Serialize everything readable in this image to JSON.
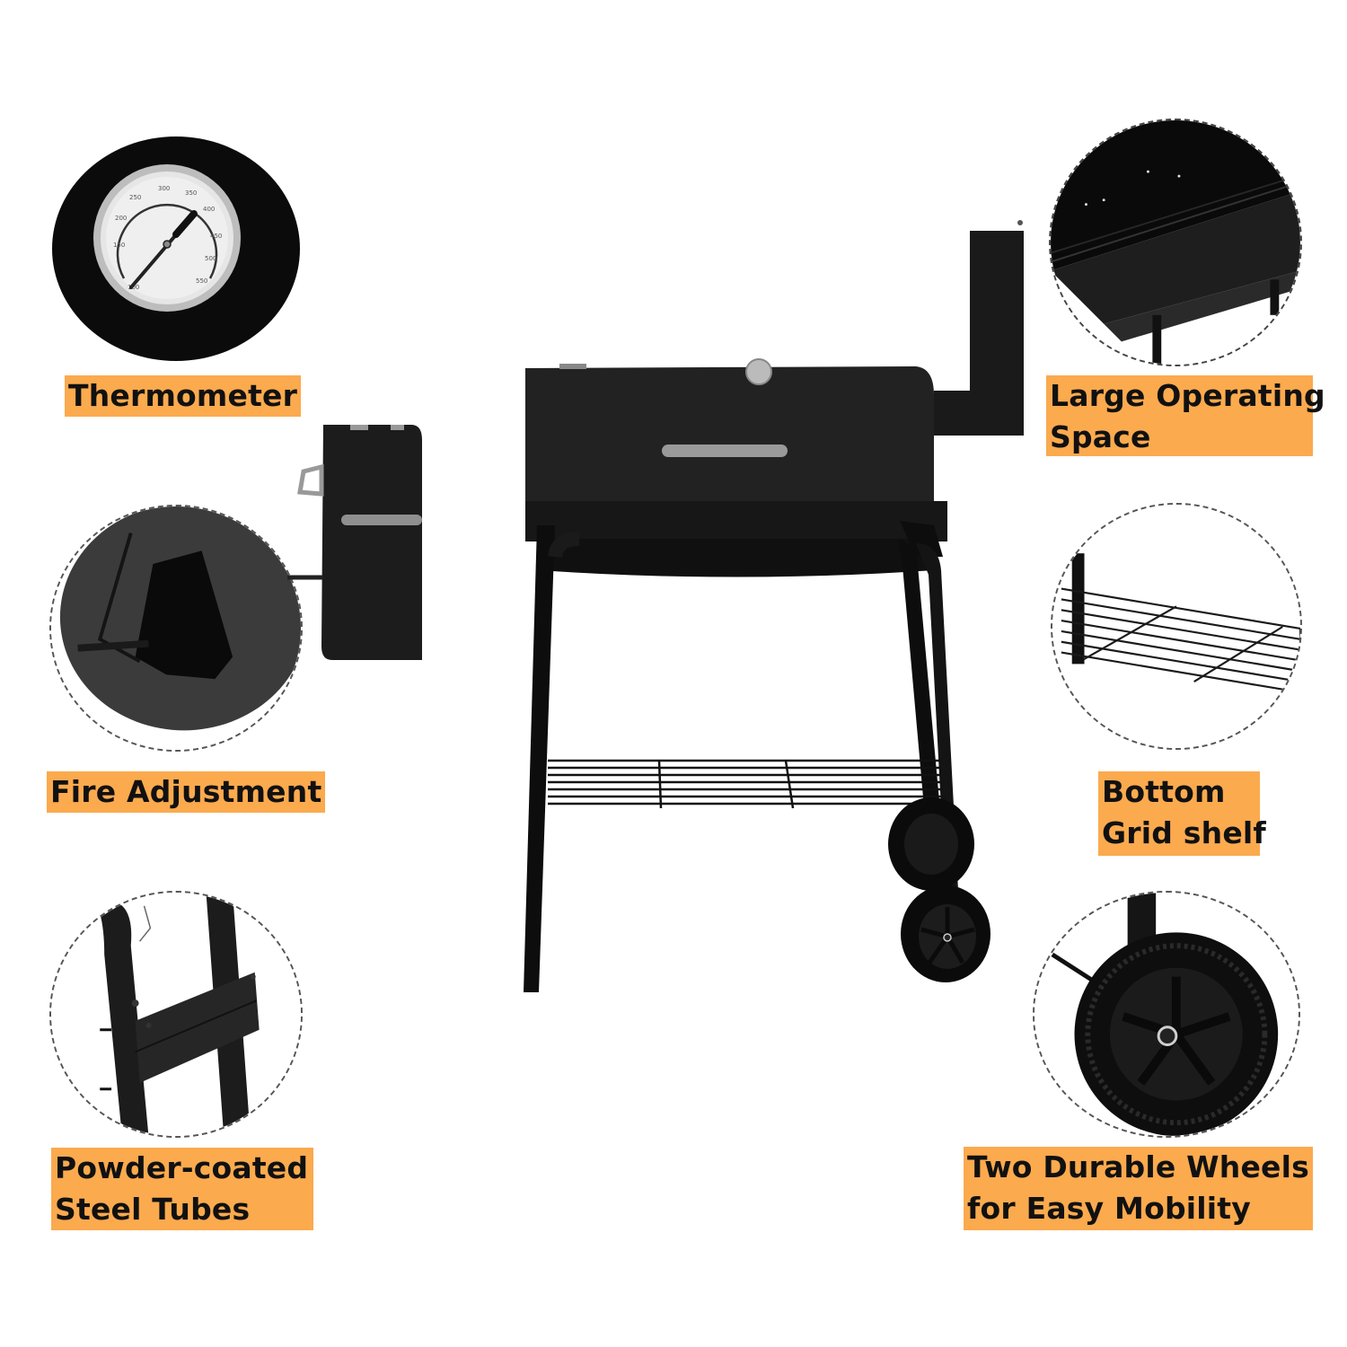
{
  "page": {
    "background": "#ffffff",
    "accent_color": "#fbaa4e",
    "text_color": "#111111"
  },
  "product": {
    "name": "Offset charcoal smoker grill",
    "icon": "smoker-grill-illustration"
  },
  "features": [
    {
      "id": "thermometer",
      "lines": [
        "Thermometer"
      ],
      "detail_icon": "thermometer-gauge-closeup"
    },
    {
      "id": "large-operating-space",
      "lines": [
        "Large Operating",
        "Space"
      ],
      "detail_icon": "grill-chamber-closeup"
    },
    {
      "id": "fire-adjustment",
      "lines": [
        "Fire Adjustment"
      ],
      "detail_icon": "air-vent-damper-closeup"
    },
    {
      "id": "bottom-grid-shelf",
      "lines": [
        "Bottom",
        "Grid shelf"
      ],
      "detail_icon": "wire-shelf-closeup"
    },
    {
      "id": "powder-coated-steel-tubes",
      "lines": [
        "Powder-coated",
        "Steel Tubes"
      ],
      "detail_icon": "steel-leg-bracket-closeup"
    },
    {
      "id": "two-durable-wheels",
      "lines": [
        "Two Durable Wheels",
        "for Easy Mobility"
      ],
      "detail_icon": "wheel-closeup"
    }
  ]
}
